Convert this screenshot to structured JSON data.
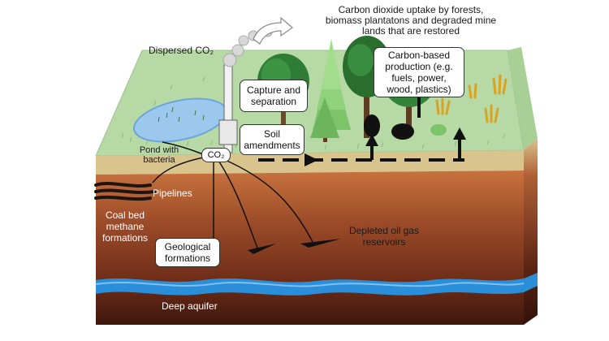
{
  "labels": {
    "uptake_title": "Carbon dioxide uptake by forests, biomass plantatons and degraded mine lands that are restored",
    "dispersed_co2": "Dispersed CO₂",
    "capture_separation": "Capture and separation",
    "soil_amendments": "Soil amendments",
    "carbon_based_production": "Carbon-based production (e.g. fuels, power, wood, plastics)",
    "pond_with_bacteria": "Pond with bacteria",
    "co2": "CO₂",
    "pipelines": "Pipelines",
    "coal_bed_methane": "Coal bed methane formations",
    "geological_formations": "Geological formations",
    "depleted_reservoirs": "Depleted oil gas reservoirs",
    "deep_aquifer": "Deep aquifer"
  },
  "colors": {
    "grass": "#b7d9a6",
    "topsoil": "#d9c48e",
    "subsoil": "#c7723e",
    "deep_rock": "#8a3b22",
    "deepest_rock": "#4a1d10",
    "aquifer": "#2b8ed8",
    "pond": "#9cc8ee",
    "tree_dark": "#2f7d34",
    "tree_light": "#7cc46a",
    "arrow": "#111111"
  },
  "icons": [
    "tree-icon",
    "reed-plant-icon",
    "smoke-cloud-icon",
    "smokestack-icon",
    "pond-icon"
  ]
}
